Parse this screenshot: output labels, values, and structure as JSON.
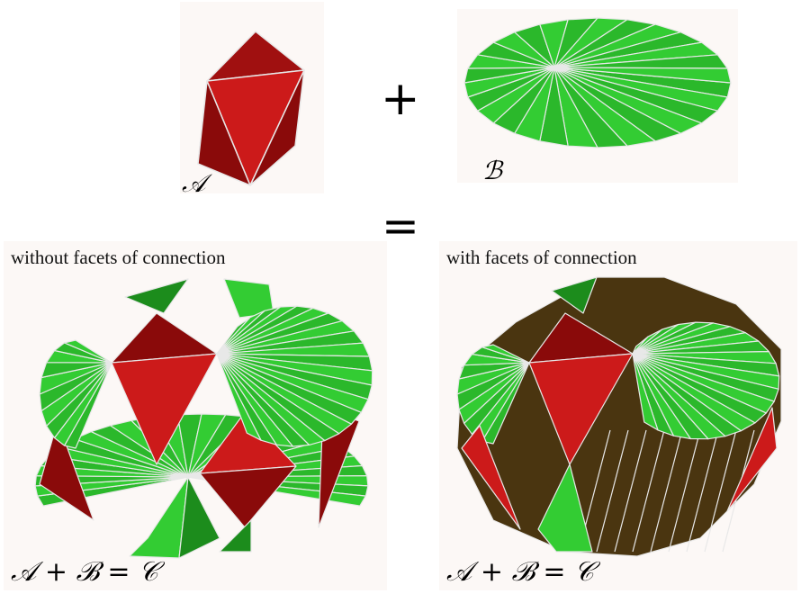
{
  "panels": {
    "a": {
      "label": "𝒜"
    },
    "b": {
      "label": "ℬ"
    },
    "c_without": {
      "caption": "without facets of connection",
      "equation": "𝒜 + ℬ = 𝒞"
    },
    "c_with": {
      "caption": "with facets of connection",
      "equation": "𝒜 + ℬ = 𝒞"
    }
  },
  "operators": {
    "plus": "+",
    "equals": "="
  },
  "colors": {
    "red": "#cc1a1a",
    "red_dark": "#8a0a0a",
    "green": "#33cc33",
    "green_dark": "#1c8c1c",
    "brown": "#4a3510",
    "brown_dark": "#33240a",
    "edge": "#e8e8e8",
    "panel_bg": "#fcf8f6"
  }
}
